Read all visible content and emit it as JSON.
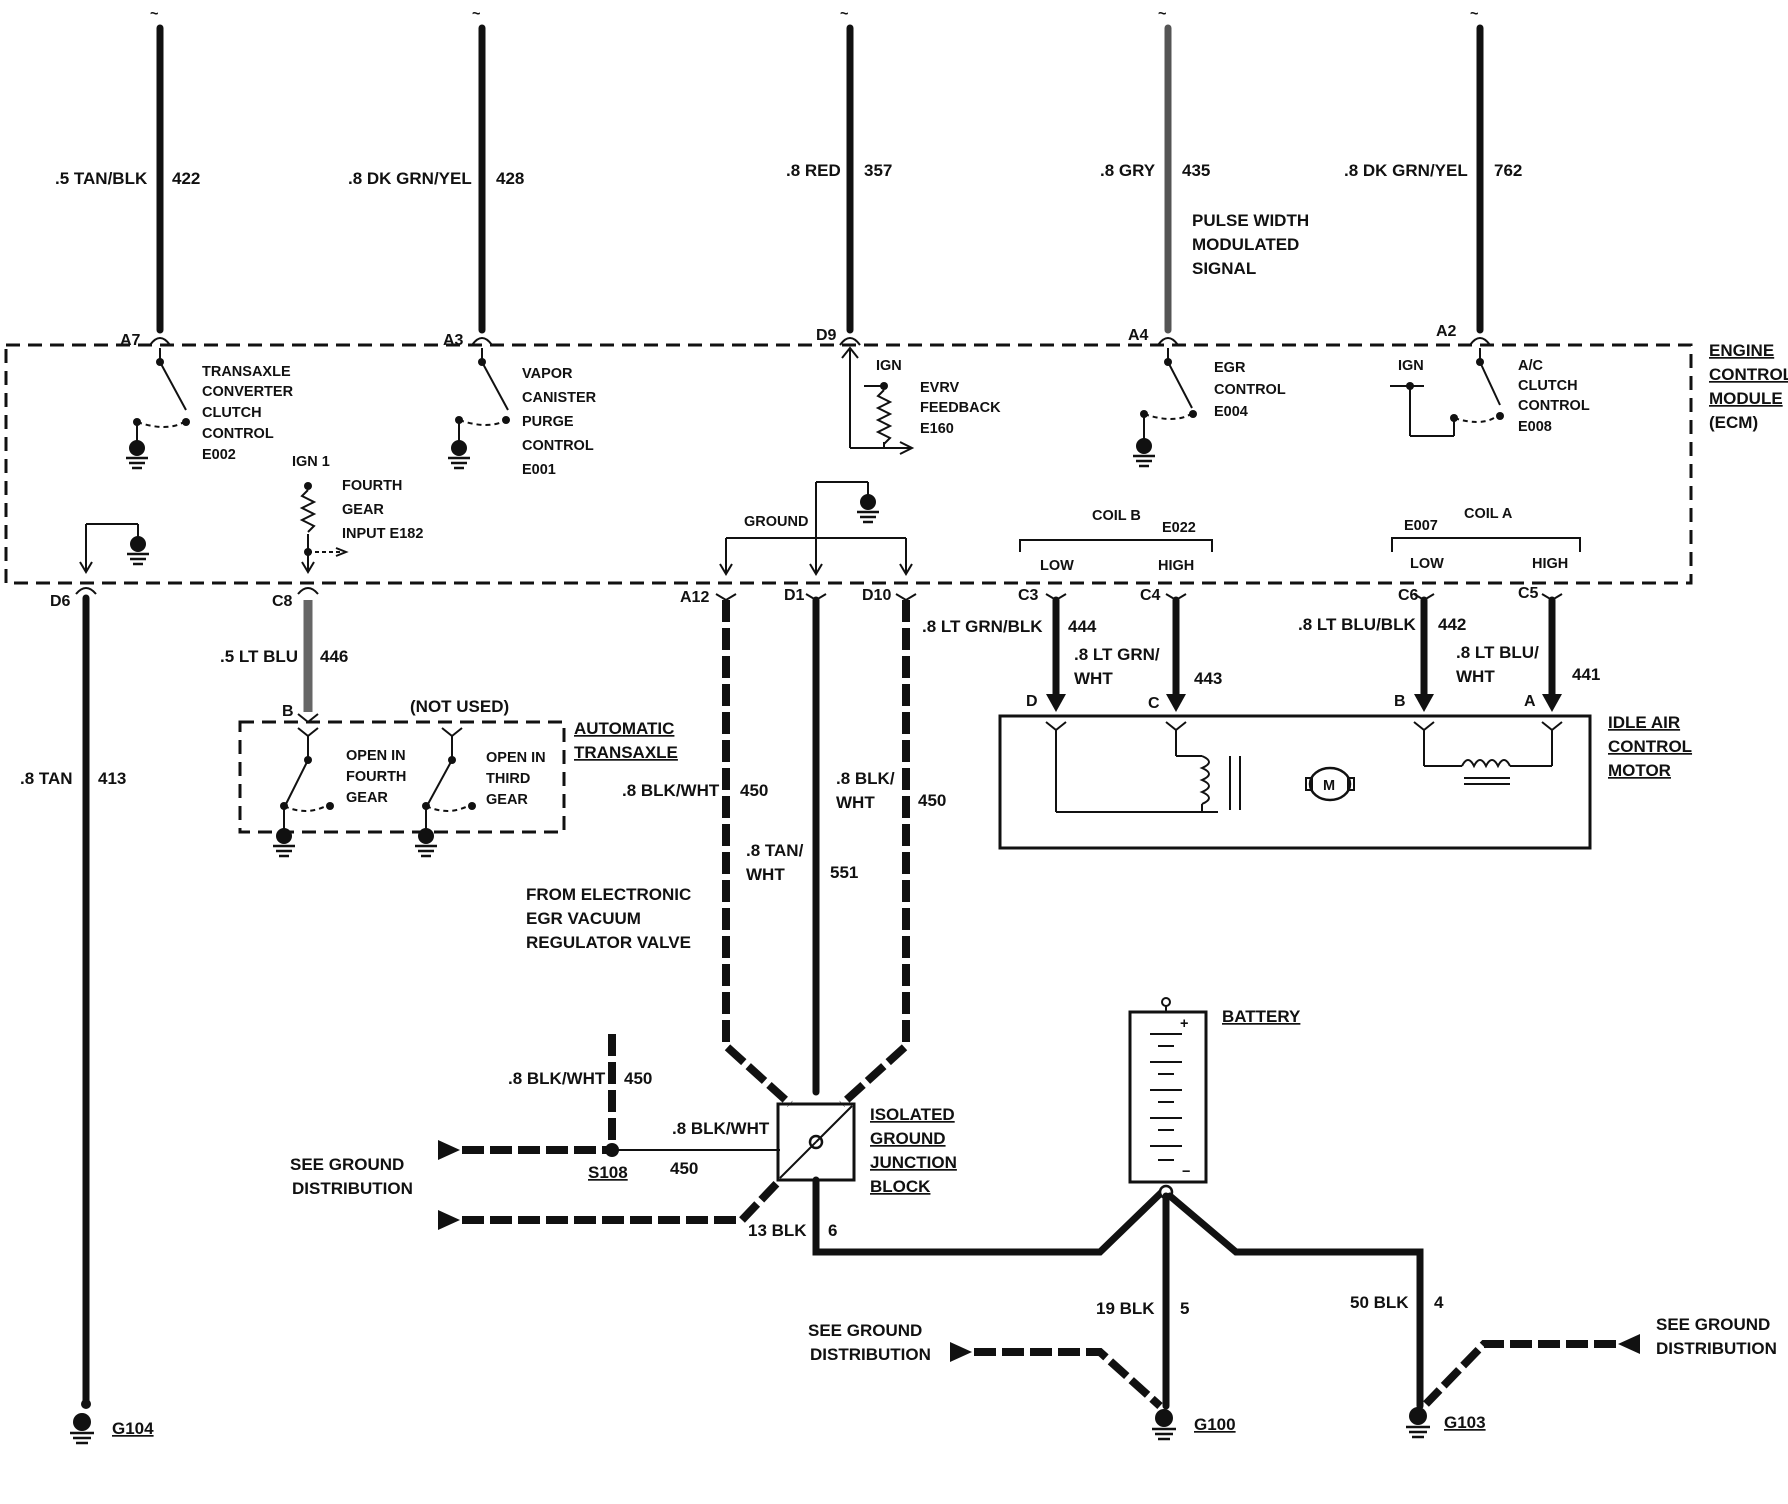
{
  "ecm": {
    "title": [
      "ENGINE",
      "CONTROL",
      "MODULE",
      "(ECM)"
    ],
    "circuits": {
      "tcc": [
        "TRANSAXLE",
        "CONVERTER",
        "CLUTCH",
        "CONTROL",
        "E002"
      ],
      "purge": [
        "VAPOR",
        "CANISTER",
        "PURGE",
        "CONTROL",
        "E001"
      ],
      "evrv": [
        "EVRV",
        "FEEDBACK",
        "E160"
      ],
      "egr": [
        "EGR",
        "CONTROL",
        "E004"
      ],
      "ac": [
        "A/C",
        "CLUTCH",
        "CONTROL",
        "E008"
      ],
      "fourth": [
        "FOURTH",
        "GEAR",
        "INPUT E182"
      ]
    },
    "ign_labels": {
      "d9": "IGN",
      "ac": "IGN",
      "fourth": "IGN 1"
    },
    "ground_label": "GROUND",
    "coil_b": {
      "name": "COIL B",
      "code": "E022",
      "low": "LOW",
      "high": "HIGH"
    },
    "coil_a": {
      "name": "COIL A",
      "code": "E007",
      "low": "LOW",
      "high": "HIGH"
    }
  },
  "top_wires": [
    {
      "pin": "A7",
      "gauge": ".5 TAN/BLK",
      "circuit": "422"
    },
    {
      "pin": "A3",
      "gauge": ".8 DK GRN/YEL",
      "circuit": "428"
    },
    {
      "pin": "D9",
      "gauge": ".8 RED",
      "circuit": "357"
    },
    {
      "pin": "A4",
      "gauge": ".8 GRY",
      "circuit": "435"
    },
    {
      "pin": "A2",
      "gauge": ".8 DK GRN/YEL",
      "circuit": "762"
    }
  ],
  "pwm_note": [
    "PULSE WIDTH",
    "MODULATED",
    "SIGNAL"
  ],
  "lower_pins": {
    "d6": "D6",
    "c8": "C8",
    "a12": "A12",
    "d1": "D1",
    "d10": "D10",
    "c3": "C3",
    "c4": "C4",
    "c6": "C6",
    "c5": "C5"
  },
  "lower_wires": {
    "tan_413": {
      "gauge": ".8 TAN",
      "circuit": "413"
    },
    "ltblu_446": {
      "gauge": ".5 LT BLU",
      "circuit": "446"
    },
    "blkwht_450a": {
      "gauge": ".8 BLK/WHT",
      "circuit": "450"
    },
    "blkwht_450b": {
      "gauge": ".8 BLK/",
      "gauge2": "WHT",
      "circuit": "450"
    },
    "tanwht_551": {
      "gauge": ".8 TAN/",
      "gauge2": "WHT",
      "circuit": "551"
    },
    "ltgrnblk_444": {
      "gauge": ".8 LT GRN/BLK",
      "circuit": "444"
    },
    "ltgrnwht_443": {
      "gauge": ".8 LT GRN/",
      "gauge2": "WHT",
      "circuit": "443"
    },
    "ltblublk_442": {
      "gauge": ".8 LT BLU/BLK",
      "circuit": "442"
    },
    "ltbluwht_441": {
      "gauge": ".8 LT BLU/",
      "gauge2": "WHT",
      "circuit": "441"
    }
  },
  "transaxle": {
    "title": [
      "AUTOMATIC",
      "TRANSAXLE"
    ],
    "pin": "B",
    "not_used": "(NOT USED)",
    "sw1": [
      "OPEN IN",
      "FOURTH",
      "GEAR"
    ],
    "sw2": [
      "OPEN IN",
      "THIRD",
      "GEAR"
    ]
  },
  "iac": {
    "title": [
      "IDLE AIR",
      "CONTROL",
      "MOTOR"
    ],
    "pins": [
      "D",
      "C",
      "B",
      "A"
    ],
    "motor": "M"
  },
  "egr_note": [
    "FROM ELECTRONIC",
    "EGR VACUUM",
    "REGULATOR VALVE"
  ],
  "junction": {
    "title": [
      "ISOLATED",
      "GROUND",
      "JUNCTION",
      "BLOCK"
    ],
    "splice": "S108",
    "w450_top": {
      "gauge": ".8 BLK/WHT",
      "circuit": "450"
    },
    "w450_mid": {
      "gauge": ".8 BLK/WHT",
      "circuit": "450"
    },
    "w6": {
      "gauge": "13 BLK",
      "circuit": "6"
    }
  },
  "battery": {
    "title": "BATTERY",
    "plus": "+",
    "minus": "−"
  },
  "battery_wires": {
    "w5": {
      "gauge": "19 BLK",
      "circuit": "5"
    },
    "w4": {
      "gauge": "50 BLK",
      "circuit": "4"
    }
  },
  "see_ground": [
    "SEE GROUND",
    "DISTRIBUTION"
  ],
  "grounds": {
    "g104": "G104",
    "g100": "G100",
    "g103": "G103"
  }
}
